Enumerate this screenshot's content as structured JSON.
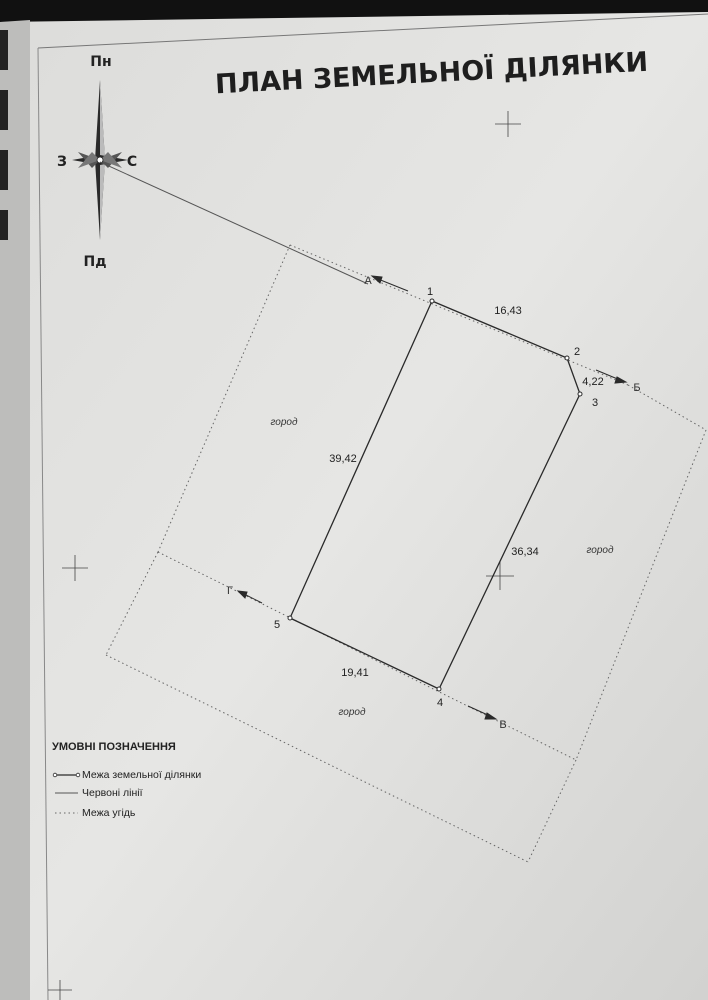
{
  "document": {
    "title": "ПЛАН ЗЕМЕЛЬНОЇ ДІЛЯНКИ"
  },
  "compass": {
    "north": "Пн",
    "south": "Пд",
    "west": "З",
    "east": "С"
  },
  "points": [
    "1",
    "2",
    "3",
    "4",
    "5"
  ],
  "dimensions": {
    "d_1_2": "16,43",
    "d_2_3": "4,22",
    "d_3_4": "36,34",
    "d_4_5": "19,41",
    "d_5_1": "39,42"
  },
  "adjacency_letters": {
    "a": "А",
    "b": "Б",
    "v": "В",
    "g": "Г"
  },
  "land_use": {
    "left": "город",
    "right": "город",
    "bottom": "город"
  },
  "legend": {
    "title": "УМОВНІ ПОЗНАЧЕННЯ",
    "items": [
      {
        "label": "Межа земельної ділянки",
        "symbol": "parcel-boundary"
      },
      {
        "label": "Червоні лінії",
        "symbol": "red-line"
      },
      {
        "label": "Межа угідь",
        "symbol": "land-boundary"
      }
    ]
  },
  "colors": {
    "paper": "#e9e9e7",
    "ink": "#2a2a2a",
    "background": "#d6d6d4"
  }
}
